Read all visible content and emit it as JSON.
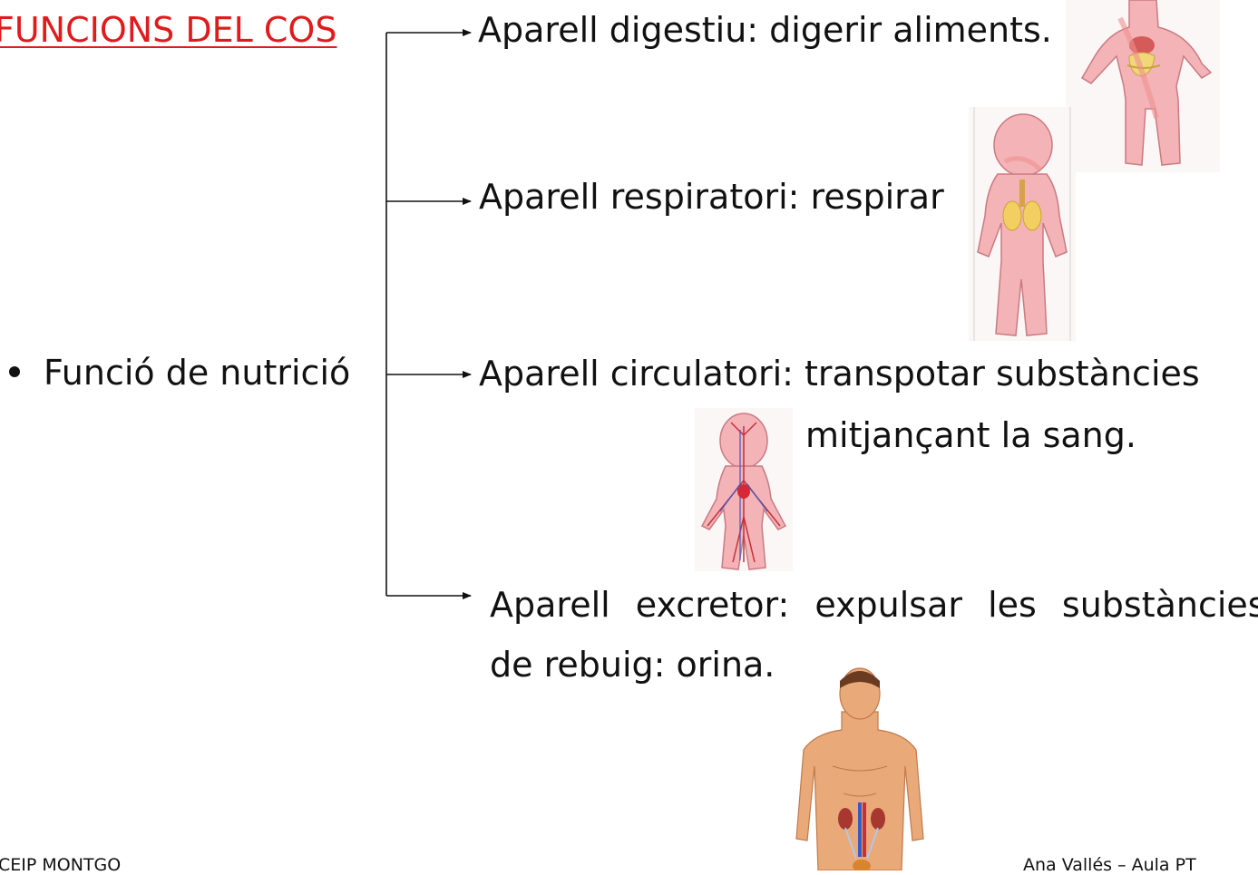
{
  "title": "FUNCIONS DEL COS",
  "nutrition_label": "Funció de nutrició",
  "branches": {
    "digestive": "Aparell digestiu: digerir aliments.",
    "respiratory": "Aparell respiratori: respirar",
    "circulatory_line1": "Aparell circulatori: transpotar substàncies",
    "circulatory_line2": "mitjançant la sang.",
    "excretory_line1": "Aparell excretor: expulsar les substàncies",
    "excretory_line2": "de rebuig: orina."
  },
  "footer": {
    "left": "CEIP MONTGO",
    "right": "Ana Vallés – Aula PT"
  },
  "colors": {
    "title": "#e01b1b",
    "skin": "#f4b3b6",
    "skin_outline": "#c97b82",
    "adult_skin": "#e9a978"
  }
}
